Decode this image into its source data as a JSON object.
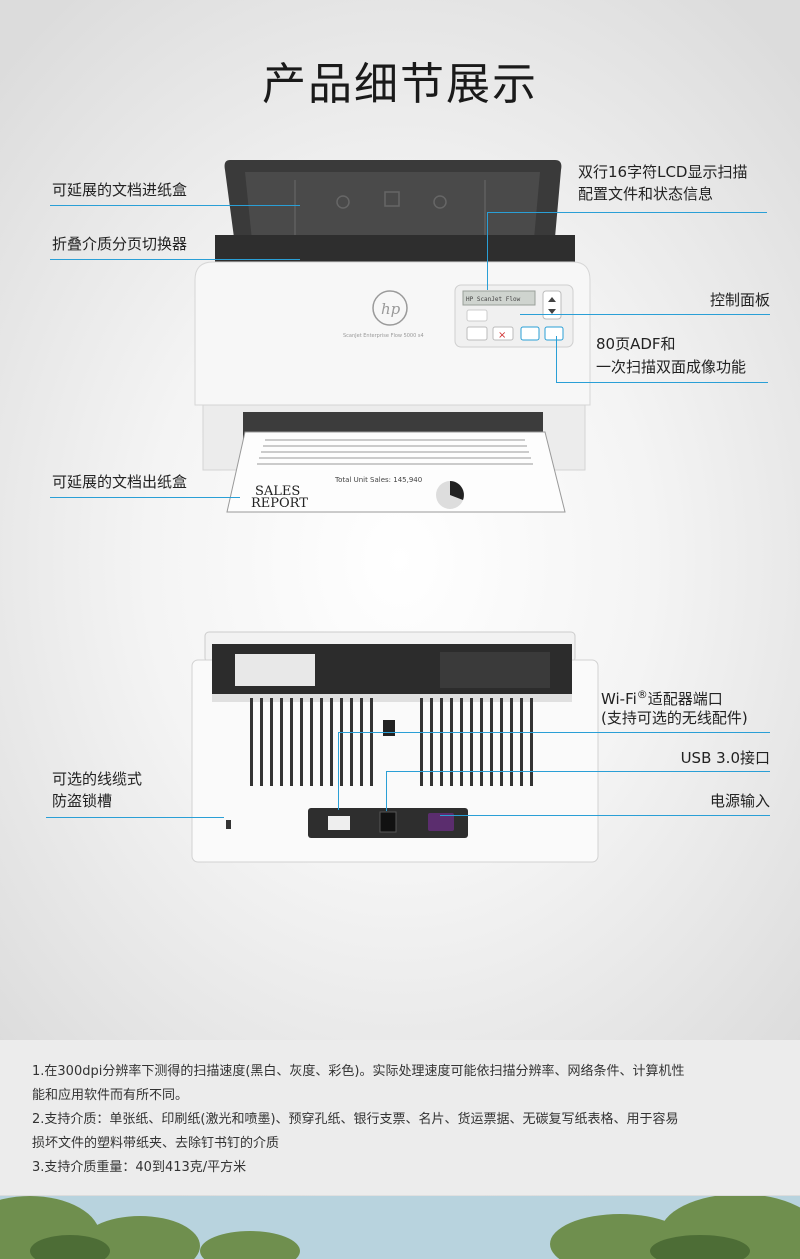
{
  "title": "产品细节展示",
  "front_labels": {
    "input_tray": "可延展的文档进纸盒",
    "fold_switch": "折叠介质分页切换器",
    "output_tray": "可延展的文档出纸盒",
    "lcd_line1": "双行16字符LCD显示扫描",
    "lcd_line2": "配置文件和状态信息",
    "control_panel": "控制面板",
    "adf_line1": "80页ADF和",
    "adf_line2": "一次扫描双面成像功能"
  },
  "back_labels": {
    "wifi_line1": "Wi-Fi",
    "wifi_reg": "®",
    "wifi_line1_tail": "适配器端口",
    "wifi_line2": "(支持可选的无线配件)",
    "usb": "USB 3.0接口",
    "power": "电源输入",
    "lock_line1": "可选的线缆式",
    "lock_line2": "防盗锁槽"
  },
  "device_text": {
    "model": "ScanJet Enterprise Flow 5000 s4",
    "lcd_text": "HP ScanJet Flow",
    "doc_title1": "SALES",
    "doc_title2": "REPORT",
    "doc_total": "Total Unit Sales: 145,940"
  },
  "notes": [
    "1.在300dpi分辨率下测得的扫描速度(黑白、灰度、彩色)。实际处理速度可能依扫描分辨率、网络条件、计算机性",
    "能和应用软件而有所不同。",
    "2.支持介质：单张纸、印刷纸(激光和喷墨)、预穿孔纸、银行支票、名片、货运票据、无碳复写纸表格、用于容易",
    "损坏文件的塑料带纸夹、去除钉书钉的介质",
    "3.支持介质重量：40到413克/平方米"
  ],
  "colors": {
    "accent_line": "#2a9fd6",
    "title_text": "#1a1a1a",
    "notes_bg": "#ececec"
  }
}
